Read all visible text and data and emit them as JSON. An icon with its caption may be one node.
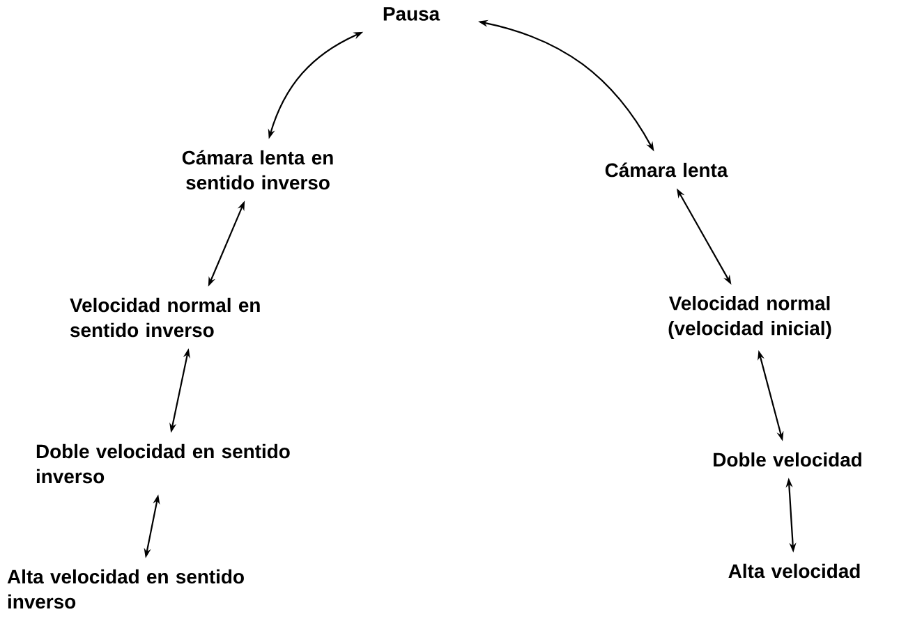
{
  "diagram": {
    "nodes": [
      {
        "text": [
          "Pausa"
        ]
      },
      {
        "text": [
          "Cámara lenta en sentido inverso"
        ]
      },
      {
        "text": [
          "Cámara lenta"
        ]
      },
      {
        "text": [
          "Velocidad normal en sentido inverso"
        ]
      },
      {
        "text": [
          "Velocidad normal (velocidad inicial)"
        ]
      },
      {
        "text": [
          "Doble velocidad en sentido inverso"
        ]
      },
      {
        "text": [
          "Doble velocidad"
        ]
      },
      {
        "text": [
          "Alta velocidad en sentido inverso"
        ]
      },
      {
        "text": [
          "Alta velocidad"
        ]
      }
    ],
    "edges": [
      {
        "from": 0,
        "to": 1,
        "arrow": "both"
      },
      {
        "from": 0,
        "to": 2,
        "arrow": "both"
      },
      {
        "from": 1,
        "to": 3,
        "arrow": "both"
      },
      {
        "from": 3,
        "to": 5,
        "arrow": "both"
      },
      {
        "from": 5,
        "to": 7,
        "arrow": "both"
      },
      {
        "from": 2,
        "to": 4,
        "arrow": "both"
      },
      {
        "from": 4,
        "to": 6,
        "arrow": "both"
      },
      {
        "from": 6,
        "to": 8,
        "arrow": "both"
      }
    ]
  }
}
